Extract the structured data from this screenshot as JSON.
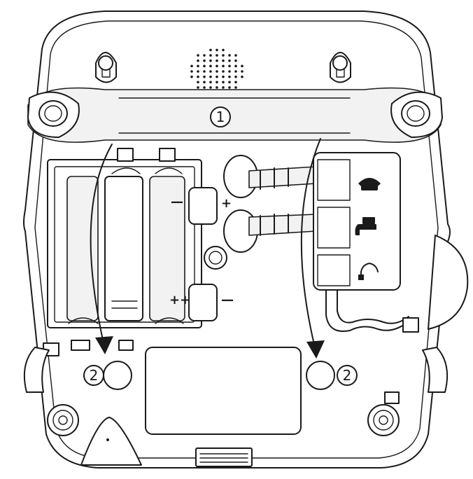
{
  "callouts": {
    "top": "1",
    "bottom_left": "2",
    "bottom_right": "2"
  },
  "polarity": {
    "upper_minus": "—",
    "upper_plus": "+",
    "lower_plus": "++",
    "lower_minus": "—"
  },
  "icons": [
    "phone-icon",
    "fax-icon",
    "handset-icon"
  ],
  "colors": {
    "line": "#1a1a1a",
    "background": "#ffffff"
  }
}
